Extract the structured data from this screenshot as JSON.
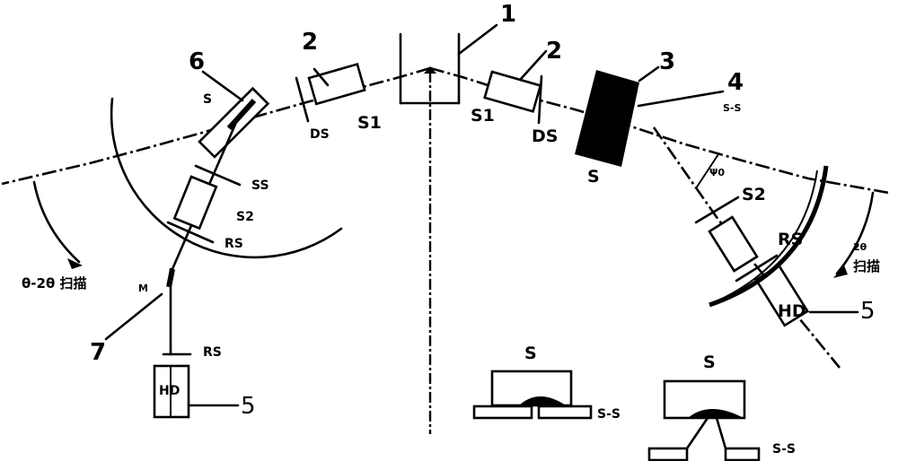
{
  "diagram": {
    "type": "x-ray-diffractometer-schematic",
    "callouts": {
      "n1": "1",
      "n2_left": "2",
      "n2_right": "2",
      "n3": "3",
      "n4": "4",
      "n6": "6",
      "n7": "7",
      "n5_left": "5",
      "n5_right": "5"
    },
    "left_labels": {
      "sample": "S",
      "ds": "DS",
      "s1": "S1",
      "ss": "SS",
      "s2": "S2",
      "rs_upper": "RS",
      "rs_lower": "RS",
      "m": "M",
      "detector": "HD",
      "scan": "θ-2θ 扫描"
    },
    "right_labels": {
      "s1": "S1",
      "ds": "DS",
      "sample": "S",
      "ss_pair": "S-S",
      "psi": "Ψ0",
      "s2": "S2",
      "rs": "RS",
      "detector": "HD",
      "scan_a": "2θ",
      "scan_b": "扫描"
    },
    "inset_left": {
      "sample": "S",
      "substrate": "S-S"
    },
    "inset_right": {
      "sample": "S",
      "substrate": "S-S"
    }
  }
}
